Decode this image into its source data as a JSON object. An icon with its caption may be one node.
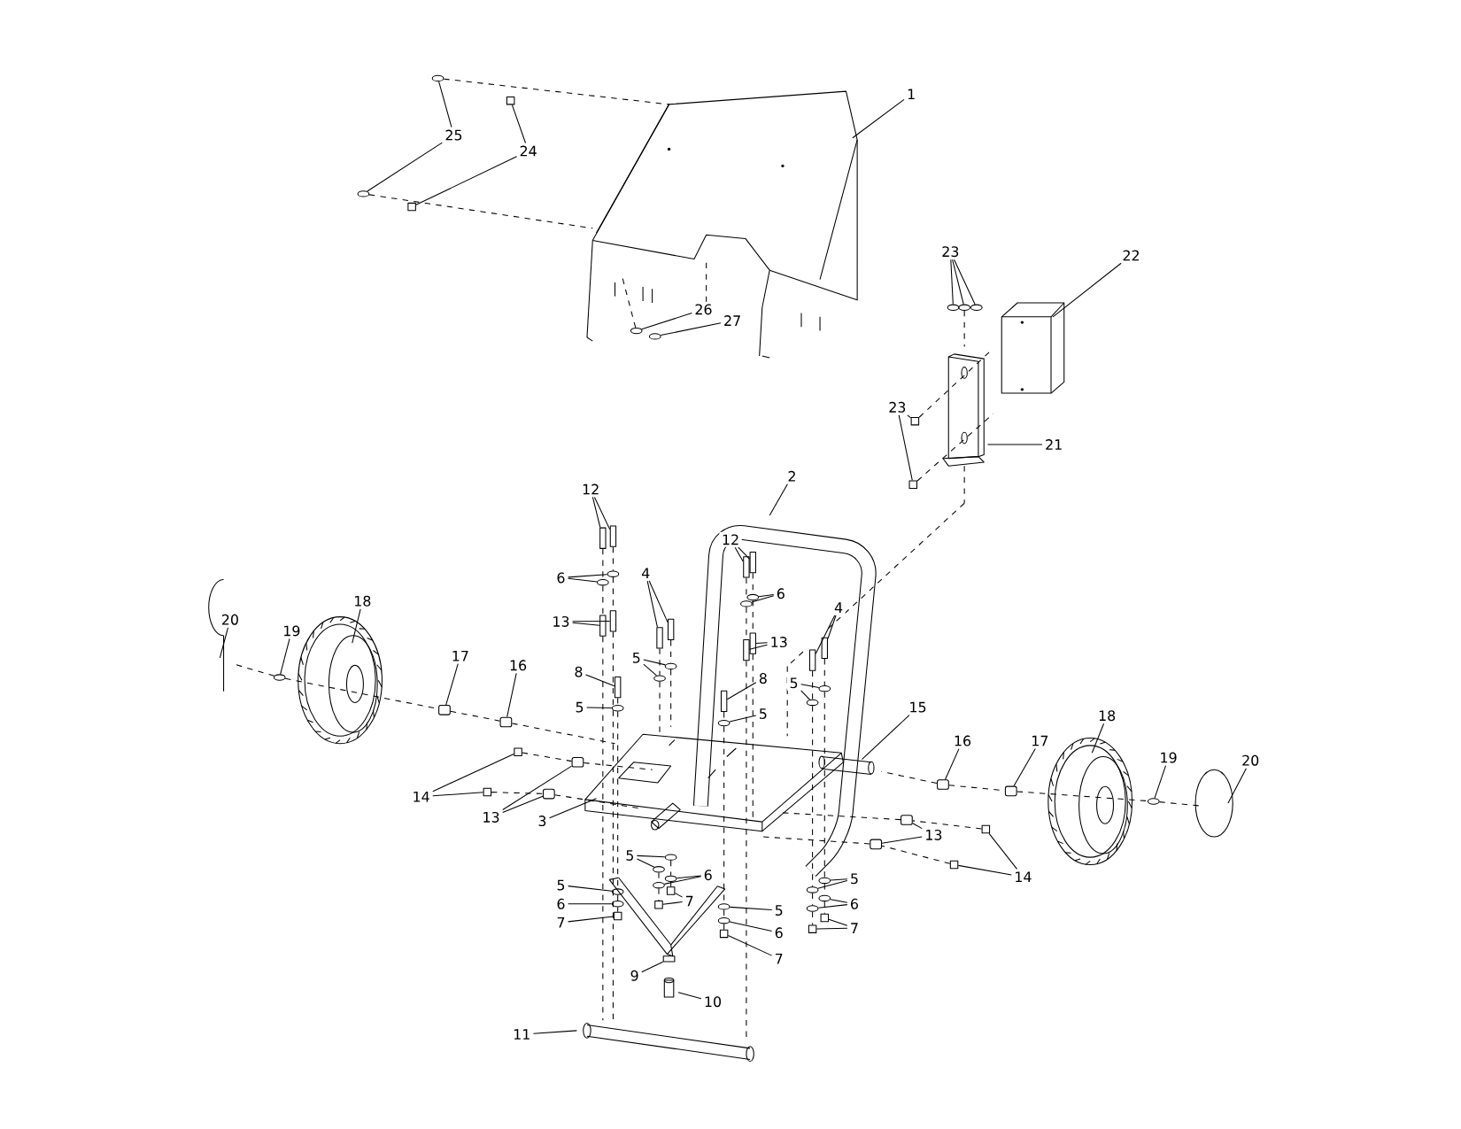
{
  "diagram": {
    "nodes": [
      {
        "text": [
          "1"
        ]
      },
      {
        "text": [
          "25"
        ]
      },
      {
        "text": [
          "24"
        ]
      },
      {
        "text": [
          "22"
        ]
      },
      {
        "text": [
          "23"
        ]
      },
      {
        "text": [
          "26"
        ]
      },
      {
        "text": [
          "27"
        ]
      },
      {
        "text": [
          "23"
        ]
      },
      {
        "text": [
          "21"
        ]
      },
      {
        "text": [
          "2"
        ]
      },
      {
        "text": [
          "12"
        ]
      },
      {
        "text": [
          "12"
        ]
      },
      {
        "text": [
          "6"
        ]
      },
      {
        "text": [
          "6"
        ]
      },
      {
        "text": [
          "4"
        ]
      },
      {
        "text": [
          "4"
        ]
      },
      {
        "text": [
          "18"
        ]
      },
      {
        "text": [
          "20"
        ]
      },
      {
        "text": [
          "19"
        ]
      },
      {
        "text": [
          "13"
        ]
      },
      {
        "text": [
          "13"
        ]
      },
      {
        "text": [
          "17"
        ]
      },
      {
        "text": [
          "5"
        ]
      },
      {
        "text": [
          "16"
        ]
      },
      {
        "text": [
          "8"
        ]
      },
      {
        "text": [
          "8"
        ]
      },
      {
        "text": [
          "5"
        ]
      },
      {
        "text": [
          "5"
        ]
      },
      {
        "text": [
          "5"
        ]
      },
      {
        "text": [
          "15"
        ]
      },
      {
        "text": [
          "18"
        ]
      },
      {
        "text": [
          "16"
        ]
      },
      {
        "text": [
          "17"
        ]
      },
      {
        "text": [
          "19"
        ]
      },
      {
        "text": [
          "20"
        ]
      },
      {
        "text": [
          "14"
        ]
      },
      {
        "text": [
          "13"
        ]
      },
      {
        "text": [
          "3"
        ]
      },
      {
        "text": [
          "13"
        ]
      },
      {
        "text": [
          "5"
        ]
      },
      {
        "text": [
          "6"
        ]
      },
      {
        "text": [
          "14"
        ]
      },
      {
        "text": [
          "5"
        ]
      },
      {
        "text": [
          "5"
        ]
      },
      {
        "text": [
          "7"
        ]
      },
      {
        "text": [
          "6"
        ]
      },
      {
        "text": [
          "6"
        ]
      },
      {
        "text": [
          "5"
        ]
      },
      {
        "text": [
          "7"
        ]
      },
      {
        "text": [
          "7"
        ]
      },
      {
        "text": [
          "6"
        ]
      },
      {
        "text": [
          "7"
        ]
      },
      {
        "text": [
          "9"
        ]
      },
      {
        "text": [
          "10"
        ]
      },
      {
        "text": [
          "11"
        ]
      },
      {
        "text": [],
        "shape": "circle"
      },
      {
        "text": [],
        "shape": "circle"
      },
      {
        "text": [],
        "shape": "box"
      },
      {
        "text": [],
        "shape": "box"
      },
      {
        "text": [],
        "shape": "circle"
      },
      {
        "text": [],
        "shape": "circle"
      },
      {
        "text": [],
        "shape": "circle"
      },
      {
        "text": [],
        "shape": "circle"
      },
      {
        "text": [],
        "shape": "circle"
      },
      {
        "text": [],
        "shape": "box"
      },
      {
        "text": [],
        "shape": "box"
      },
      {
        "text": [],
        "shape": "bar"
      },
      {
        "text": [],
        "shape": "bar"
      },
      {
        "text": [],
        "shape": "bar"
      },
      {
        "text": [],
        "shape": "bar"
      },
      {
        "text": [],
        "shape": "circle"
      },
      {
        "text": [],
        "shape": "circle"
      },
      {
        "text": [],
        "shape": "circle"
      },
      {
        "text": [],
        "shape": "circle"
      },
      {
        "text": [],
        "shape": "bar"
      },
      {
        "text": [],
        "shape": "bar"
      },
      {
        "text": [],
        "shape": "bar"
      },
      {
        "text": [],
        "shape": "bar"
      },
      {
        "text": [],
        "shape": "circle"
      },
      {
        "text": [],
        "shape": "bar"
      },
      {
        "text": [],
        "shape": "bar"
      },
      {
        "text": [],
        "shape": "bar"
      },
      {
        "text": [],
        "shape": "bar"
      },
      {
        "text": [],
        "shape": "cylinder"
      },
      {
        "text": [],
        "shape": "circle"
      },
      {
        "text": [],
        "shape": "circle"
      },
      {
        "text": [],
        "shape": "cylinder"
      },
      {
        "text": [],
        "shape": "bar"
      },
      {
        "text": [],
        "shape": "bar"
      },
      {
        "text": [],
        "shape": "circle"
      },
      {
        "text": [],
        "shape": "circle"
      },
      {
        "text": [],
        "shape": "circle"
      },
      {
        "text": [],
        "shape": "circle"
      },
      {
        "text": [],
        "shape": "cylinder"
      },
      {
        "text": [],
        "shape": "cylinder"
      },
      {
        "text": [],
        "shape": "circle"
      },
      {
        "text": [],
        "shape": "box"
      },
      {
        "text": [],
        "shape": "box"
      },
      {
        "text": [],
        "shape": "cylinder"
      },
      {
        "text": [],
        "shape": "cylinder"
      },
      {
        "text": [],
        "shape": "cylinder"
      },
      {
        "text": [],
        "shape": "cylinder"
      },
      {
        "text": [],
        "shape": "circle"
      },
      {
        "text": [],
        "shape": "circle"
      },
      {
        "text": [],
        "shape": "circle"
      },
      {
        "text": [],
        "shape": "circle"
      },
      {
        "text": [],
        "shape": "box"
      },
      {
        "text": [],
        "shape": "box"
      },
      {
        "text": [],
        "shape": "circle"
      },
      {
        "text": [],
        "shape": "circle"
      },
      {
        "text": [],
        "shape": "circle"
      },
      {
        "text": [],
        "shape": "box"
      },
      {
        "text": [],
        "shape": "box"
      },
      {
        "text": [],
        "shape": "circle"
      },
      {
        "text": [],
        "shape": "circle"
      },
      {
        "text": [],
        "shape": "circle"
      },
      {
        "text": [],
        "shape": "circle"
      },
      {
        "text": [],
        "shape": "box"
      },
      {
        "text": [],
        "shape": "box"
      },
      {
        "text": [],
        "shape": "box"
      },
      {
        "text": [],
        "shape": "circle"
      },
      {
        "text": [],
        "shape": "box"
      },
      {
        "text": [],
        "shape": "bar"
      }
    ],
    "edges": [
      {
        "from": 0,
        "to": null,
        "arrow": "none"
      },
      {
        "from": 1,
        "to": 55,
        "arrow": "none"
      },
      {
        "from": 1,
        "to": 56,
        "arrow": "none"
      },
      {
        "from": 2,
        "to": 57,
        "arrow": "none"
      },
      {
        "from": 2,
        "to": 58,
        "arrow": "none"
      },
      {
        "from": 3,
        "to": null,
        "arrow": "none"
      },
      {
        "from": 4,
        "to": 59,
        "arrow": "none"
      },
      {
        "from": 4,
        "to": 60,
        "arrow": "none"
      },
      {
        "from": 4,
        "to": 61,
        "arrow": "none"
      },
      {
        "from": 5,
        "to": 62,
        "arrow": "none"
      },
      {
        "from": 6,
        "to": 63,
        "arrow": "none"
      },
      {
        "from": 7,
        "to": 64,
        "arrow": "none"
      },
      {
        "from": 7,
        "to": 65,
        "arrow": "none"
      },
      {
        "from": 8,
        "to": null,
        "arrow": "none"
      },
      {
        "from": 9,
        "to": null,
        "arrow": "none"
      },
      {
        "from": 10,
        "to": 66,
        "arrow": "none"
      },
      {
        "from": 10,
        "to": 67,
        "arrow": "none"
      },
      {
        "from": 11,
        "to": 68,
        "arrow": "none"
      },
      {
        "from": 11,
        "to": 69,
        "arrow": "none"
      },
      {
        "from": 12,
        "to": 70,
        "arrow": "none"
      },
      {
        "from": 12,
        "to": 71,
        "arrow": "none"
      },
      {
        "from": 13,
        "to": 72,
        "arrow": "none"
      },
      {
        "from": 13,
        "to": 73,
        "arrow": "none"
      },
      {
        "from": 14,
        "to": 74,
        "arrow": "none"
      },
      {
        "from": 14,
        "to": 75,
        "arrow": "none"
      },
      {
        "from": 15,
        "to": 76,
        "arrow": "none"
      },
      {
        "from": 15,
        "to": 77,
        "arrow": "none"
      },
      {
        "from": 16,
        "to": null,
        "arrow": "none"
      },
      {
        "from": 17,
        "to": null,
        "arrow": "none"
      },
      {
        "from": 18,
        "to": 78,
        "arrow": "none"
      },
      {
        "from": 19,
        "to": 79,
        "arrow": "none"
      },
      {
        "from": 19,
        "to": 80,
        "arrow": "none"
      },
      {
        "from": 20,
        "to": 81,
        "arrow": "none"
      },
      {
        "from": 20,
        "to": 82,
        "arrow": "none"
      },
      {
        "from": 21,
        "to": 83,
        "arrow": "none"
      },
      {
        "from": 22,
        "to": 84,
        "arrow": "none"
      },
      {
        "from": 22,
        "to": 85,
        "arrow": "none"
      },
      {
        "from": 23,
        "to": 86,
        "arrow": "none"
      },
      {
        "from": 24,
        "to": 87,
        "arrow": "none"
      },
      {
        "from": 25,
        "to": 88,
        "arrow": "none"
      },
      {
        "from": 26,
        "to": 89,
        "arrow": "none"
      },
      {
        "from": 26,
        "to": 90,
        "arrow": "none"
      },
      {
        "from": 27,
        "to": 91,
        "arrow": "none"
      },
      {
        "from": 28,
        "to": 92,
        "arrow": "none"
      },
      {
        "from": 29,
        "to": null,
        "arrow": "none"
      },
      {
        "from": 30,
        "to": null,
        "arrow": "none"
      },
      {
        "from": 31,
        "to": 93,
        "arrow": "none"
      },
      {
        "from": 32,
        "to": 94,
        "arrow": "none"
      },
      {
        "from": 33,
        "to": 95,
        "arrow": "none"
      },
      {
        "from": 34,
        "to": null,
        "arrow": "none"
      },
      {
        "from": 35,
        "to": 96,
        "arrow": "none"
      },
      {
        "from": 35,
        "to": 97,
        "arrow": "none"
      },
      {
        "from": 36,
        "to": 98,
        "arrow": "none"
      },
      {
        "from": 36,
        "to": 99,
        "arrow": "none"
      },
      {
        "from": 37,
        "to": null,
        "arrow": "none"
      },
      {
        "from": 38,
        "to": 100,
        "arrow": "none"
      },
      {
        "from": 38,
        "to": 101,
        "arrow": "none"
      },
      {
        "from": 39,
        "to": 102,
        "arrow": "none"
      },
      {
        "from": 39,
        "to": 103,
        "arrow": "none"
      },
      {
        "from": 40,
        "to": 104,
        "arrow": "none"
      },
      {
        "from": 40,
        "to": 105,
        "arrow": "none"
      },
      {
        "from": 41,
        "to": 106,
        "arrow": "none"
      },
      {
        "from": 41,
        "to": 107,
        "arrow": "none"
      },
      {
        "from": 42,
        "to": 108,
        "arrow": "none"
      },
      {
        "from": 42,
        "to": 109,
        "arrow": "none"
      },
      {
        "from": 43,
        "to": 110,
        "arrow": "none"
      },
      {
        "from": 44,
        "to": 111,
        "arrow": "none"
      },
      {
        "from": 44,
        "to": 112,
        "arrow": "none"
      },
      {
        "from": 45,
        "to": 113,
        "arrow": "none"
      },
      {
        "from": 46,
        "to": 114,
        "arrow": "none"
      },
      {
        "from": 46,
        "to": 115,
        "arrow": "none"
      },
      {
        "from": 47,
        "to": 116,
        "arrow": "none"
      },
      {
        "from": 48,
        "to": 117,
        "arrow": "none"
      },
      {
        "from": 49,
        "to": 118,
        "arrow": "none"
      },
      {
        "from": 49,
        "to": 119,
        "arrow": "none"
      },
      {
        "from": 50,
        "to": 120,
        "arrow": "none"
      },
      {
        "from": 51,
        "to": 121,
        "arrow": "none"
      },
      {
        "from": 52,
        "to": 122,
        "arrow": "none"
      },
      {
        "from": 53,
        "to": null,
        "arrow": "none"
      },
      {
        "from": 54,
        "to": null,
        "arrow": "none"
      },
      {
        "from": 55,
        "to": null,
        "arrow": "none",
        "style": "dashed"
      },
      {
        "from": 56,
        "to": null,
        "arrow": "none",
        "style": "dashed"
      },
      {
        "from": 62,
        "to": null,
        "arrow": "none",
        "style": "dashed"
      },
      {
        "from": 60,
        "to": null,
        "arrow": "none",
        "style": "dashed"
      },
      {
        "from": 64,
        "to": null,
        "arrow": "none",
        "style": "dashed"
      },
      {
        "from": 65,
        "to": null,
        "arrow": "none",
        "style": "dashed"
      },
      {
        "from": 78,
        "to": null,
        "arrow": "none",
        "style": "dashed"
      },
      {
        "from": 78,
        "to": 83,
        "arrow": "none",
        "style": "dashed"
      },
      {
        "from": 83,
        "to": 86,
        "arrow": "none",
        "style": "dashed"
      },
      {
        "from": 86,
        "to": null,
        "arrow": "none",
        "style": "dashed"
      },
      {
        "from": 93,
        "to": null,
        "arrow": "none",
        "style": "dashed"
      },
      {
        "from": 93,
        "to": 94,
        "arrow": "none",
        "style": "dashed"
      },
      {
        "from": 94,
        "to": 95,
        "arrow": "none",
        "style": "dashed"
      },
      {
        "from": 95,
        "to": null,
        "arrow": "none",
        "style": "dashed"
      },
      {
        "from": 96,
        "to": 98,
        "arrow": "none",
        "style": "dashed"
      },
      {
        "from": 98,
        "to": null,
        "arrow": "none",
        "style": "dashed"
      },
      {
        "from": 97,
        "to": 99,
        "arrow": "none",
        "style": "dashed"
      },
      {
        "from": 99,
        "to": null,
        "arrow": "none",
        "style": "dashed"
      },
      {
        "from": 106,
        "to": 100,
        "arrow": "none",
        "style": "dashed"
      },
      {
        "from": 100,
        "to": null,
        "arrow": "none",
        "style": "dashed"
      },
      {
        "from": 107,
        "to": 101,
        "arrow": "none",
        "style": "dashed"
      },
      {
        "from": 101,
        "to": null,
        "arrow": "none",
        "style": "dashed"
      },
      {
        "from": 66,
        "to": 70,
        "arrow": "none",
        "style": "dashed"
      },
      {
        "from": 70,
        "to": 79,
        "arrow": "none",
        "style": "dashed"
      },
      {
        "from": 79,
        "to": null,
        "arrow": "none",
        "style": "dashed"
      },
      {
        "from": 67,
        "to": 71,
        "arrow": "none",
        "style": "dashed"
      },
      {
        "from": 71,
        "to": 80,
        "arrow": "none",
        "style": "dashed"
      },
      {
        "from": 80,
        "to": null,
        "arrow": "none",
        "style": "dashed"
      },
      {
        "from": 87,
        "to": 91,
        "arrow": "none",
        "style": "dashed"
      },
      {
        "from": 91,
        "to": 110,
        "arrow": "none",
        "style": "dashed"
      },
      {
        "from": 110,
        "to": 113,
        "arrow": "none",
        "style": "dashed"
      },
      {
        "from": 113,
        "to": 117,
        "arrow": "none",
        "style": "dashed"
      },
      {
        "from": 74,
        "to": 84,
        "arrow": "none",
        "style": "dashed"
      },
      {
        "from": 84,
        "to": null,
        "arrow": "none",
        "style": "dashed"
      },
      {
        "from": 75,
        "to": 85,
        "arrow": "none",
        "style": "dashed"
      },
      {
        "from": 85,
        "to": null,
        "arrow": "none",
        "style": "dashed"
      },
      {
        "from": 102,
        "to": 104,
        "arrow": "none",
        "style": "dashed"
      },
      {
        "from": 104,
        "to": 111,
        "arrow": "none",
        "style": "dashed"
      },
      {
        "from": 103,
        "to": 105,
        "arrow": "none",
        "style": "dashed"
      },
      {
        "from": 105,
        "to": 112,
        "arrow": "none",
        "style": "dashed"
      },
      {
        "from": 68,
        "to": 72,
        "arrow": "none",
        "style": "dashed"
      },
      {
        "from": 72,
        "to": 81,
        "arrow": "none",
        "style": "dashed"
      },
      {
        "from": 81,
        "to": null,
        "arrow": "none",
        "style": "dashed"
      },
      {
        "from": 69,
        "to": 73,
        "arrow": "none",
        "style": "dashed"
      },
      {
        "from": 73,
        "to": 82,
        "arrow": "none",
        "style": "dashed"
      },
      {
        "from": 82,
        "to": null,
        "arrow": "none",
        "style": "dashed"
      },
      {
        "from": 88,
        "to": 92,
        "arrow": "none",
        "style": "dashed"
      },
      {
        "from": 92,
        "to": 116,
        "arrow": "none",
        "style": "dashed"
      },
      {
        "from": 116,
        "to": 120,
        "arrow": "none",
        "style": "dashed"
      },
      {
        "from": 120,
        "to": 121,
        "arrow": "none",
        "style": "dashed"
      },
      {
        "from": 76,
        "to": 89,
        "arrow": "none",
        "style": "dashed"
      },
      {
        "from": 89,
        "to": 109,
        "arrow": "none",
        "style": "dashed"
      },
      {
        "from": 109,
        "to": 115,
        "arrow": "none",
        "style": "dashed"
      },
      {
        "from": 115,
        "to": 119,
        "arrow": "none",
        "style": "dashed"
      },
      {
        "from": 77,
        "to": 90,
        "arrow": "none",
        "style": "dashed"
      },
      {
        "from": 90,
        "to": 108,
        "arrow": "none",
        "style": "dashed"
      },
      {
        "from": 108,
        "to": 114,
        "arrow": "none",
        "style": "dashed"
      },
      {
        "from": 114,
        "to": 118,
        "arrow": "none",
        "style": "dashed"
      }
    ]
  }
}
